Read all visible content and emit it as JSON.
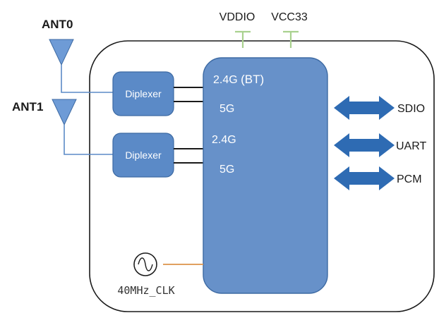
{
  "antennas": {
    "ant0": "ANT0",
    "ant1": "ANT1"
  },
  "power": {
    "vddio": "VDDIO",
    "vcc33": "VCC33"
  },
  "diplexers": {
    "top": "Diplexer",
    "bottom": "Diplexer"
  },
  "chip": {
    "port_24g_bt_prefix": "2.4G ",
    "port_24g_bt_suffix": "(BT)",
    "port_5g_top": "5G",
    "port_24g": "2.4G",
    "port_5g_bottom": "5G"
  },
  "interfaces": {
    "sdio": "SDIO",
    "uart": "UART",
    "pcm": "PCM"
  },
  "clock": {
    "label": "40MHz_CLK"
  },
  "colors": {
    "chip_fill": "#6791c9",
    "chip_stroke": "#3d6aa3",
    "diplexer_fill": "#5b8ac7",
    "antenna_fill": "#6e9bd6",
    "arrow_fill": "#2e6bb3",
    "power_line": "#a9d18e",
    "clock_line": "#e0a060",
    "wire": "#5b8ac7",
    "bus": "#1a1a1a",
    "module_outline": "#1a1a1a"
  }
}
